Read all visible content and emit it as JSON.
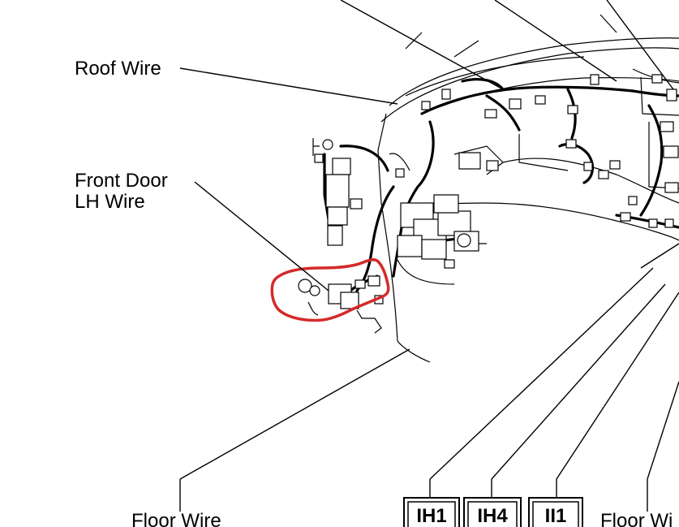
{
  "labels": {
    "roof_wire": "Roof Wire",
    "front_door_line1": "Front Door",
    "front_door_line2": "LH Wire",
    "floor_wire_left": "Floor Wire",
    "floor_wire_right": "Floor Wi"
  },
  "connectors": [
    "IH1",
    "IH4",
    "II1"
  ],
  "highlight": {
    "color": "#d42a2a"
  },
  "line_color": "#000000"
}
